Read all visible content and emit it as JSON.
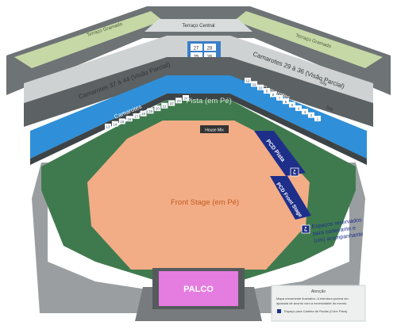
{
  "map": {
    "upper": {
      "terrace_grass_left": "Terraço Gramado",
      "terrace_grass_right": "Terraço Gramado",
      "terrace_central": "Terraço Central",
      "box_left_label": "Camarotes 37 à 44 (Visão Parcial)",
      "box_right_label": "Camarotes 29 à 36 (Visão Parcial)",
      "box_top": [
        "27",
        "28",
        "25",
        "26"
      ],
      "snack_markers": [
        "S/N",
        "S/N",
        "S/N"
      ]
    },
    "middle": {
      "camarotes_left": "Camarotes",
      "camarotes_right": "Camarotes",
      "left_seat_numbers": [
        "13",
        "14",
        "15",
        "16",
        "17",
        "18",
        "19",
        "20",
        "21",
        "22",
        "23",
        "24"
      ],
      "right_seat_numbers": [
        "12",
        "11",
        "10",
        "9",
        "8",
        "7",
        "6",
        "5",
        "4",
        "3",
        "2",
        "1"
      ]
    },
    "floor": {
      "pista": "Pista (em Pé)",
      "front_stage": "Front Stage (em Pé)",
      "sound_booth": "House Mix",
      "pcd_pista": "PCD Pista",
      "pcd_front_stage": "PCD Front Stage",
      "accessible_note": "Espaços reservados para cadeirante e (um) acompanhante"
    },
    "stage": "PALCO"
  },
  "legend": {
    "title": "Atenção",
    "note": "Mapa meramente ilustrativo. A estrutura poderá ser ajustada de acordo com a necessidade do evento.",
    "item": "Espaço para Cadeira de Rodas (Color Pista)"
  },
  "colors": {
    "pista": "#3f7a4e",
    "front_stage": "#f2ad86",
    "stage": "#e57ce0",
    "camarote_blue": "#2f8fd8",
    "pcd_navy": "#1e2f8a",
    "grass": "#c7d8a7",
    "concourse": "#8e9396"
  }
}
